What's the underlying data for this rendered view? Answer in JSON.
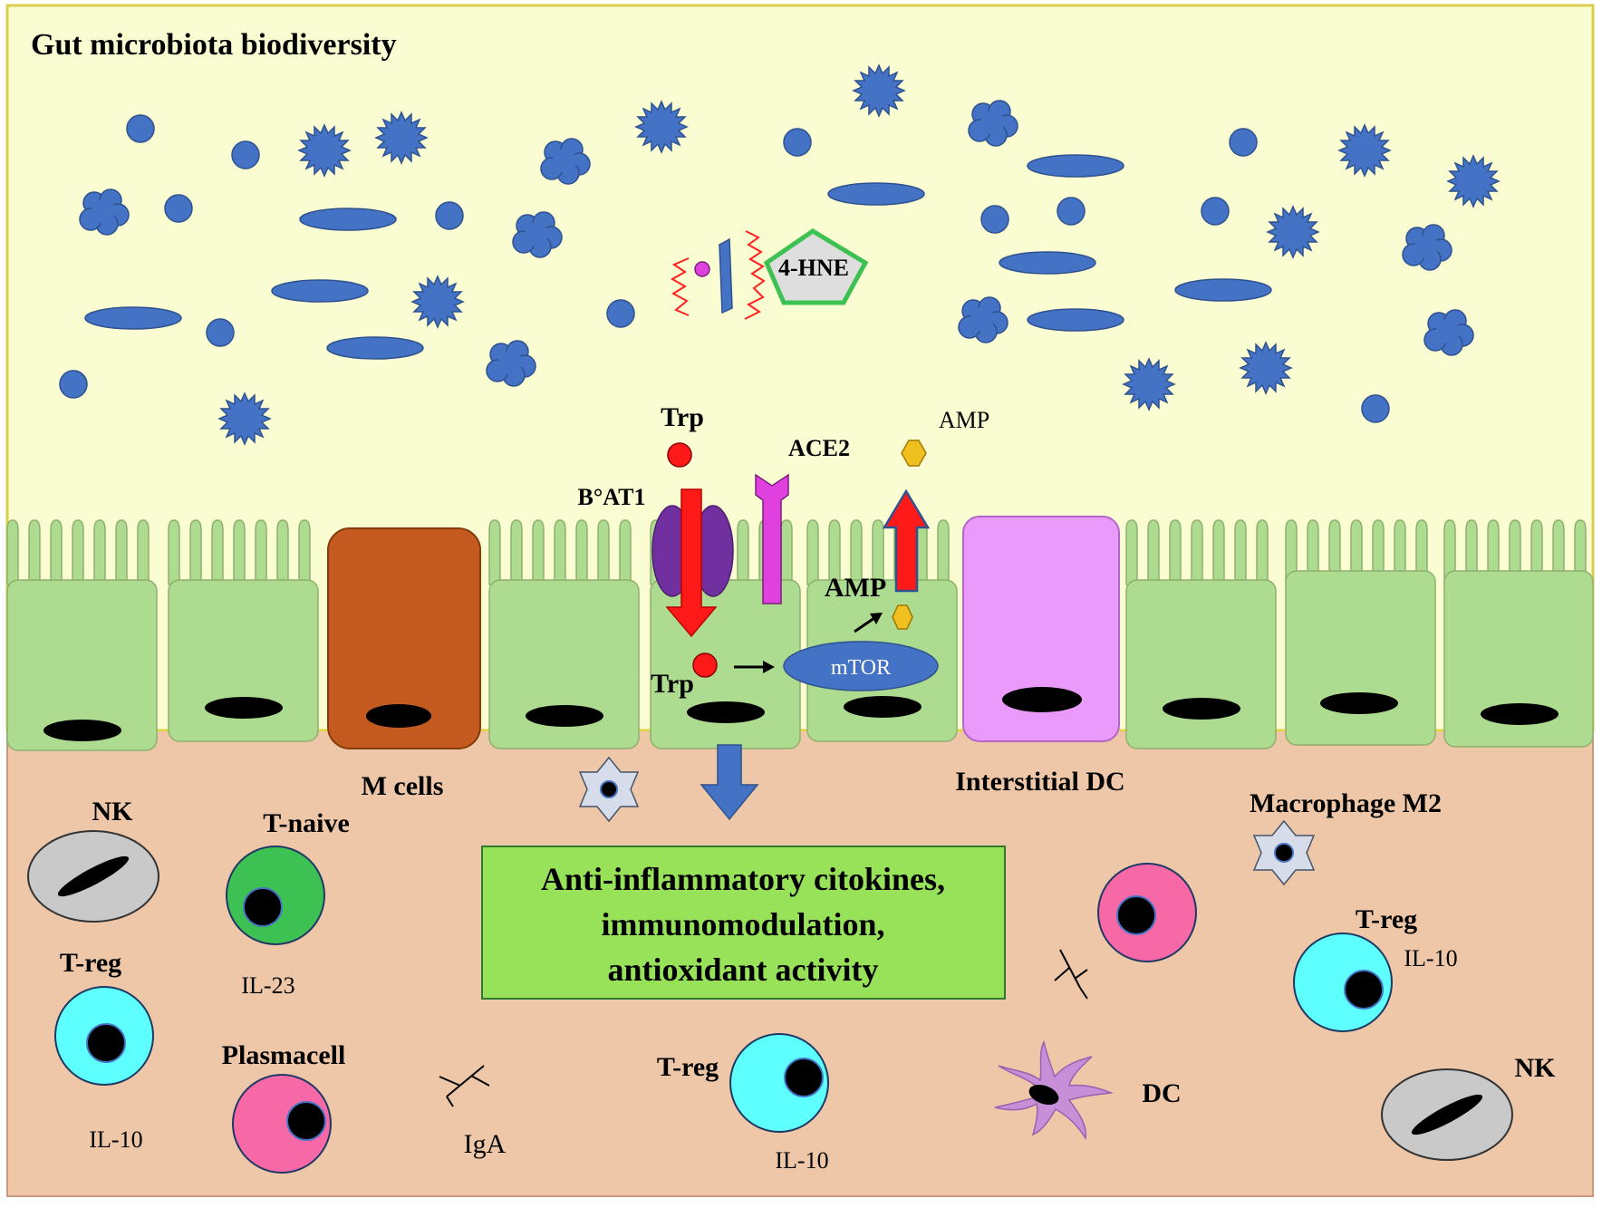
{
  "title": "Gut microbiota biodiversity",
  "molecules": {
    "hne": "4-HNE",
    "trp_top": "Trp",
    "trp_inside": "Trp",
    "bat1": "B°AT1",
    "ace2": "ACE2",
    "amp_top": "AMP",
    "amp_inside": "AMP",
    "mtor": "mTOR"
  },
  "cell_labels": {
    "m_cells": "M cells",
    "interstitial_dc": "Interstitial DC",
    "macrophage_m2": "Macrophage M2",
    "nk_left": "NK",
    "t_naive": "T-naive",
    "il23": "IL-23",
    "treg_left": "T-reg",
    "il10_left": "IL-10",
    "plasmacell": "Plasmacell",
    "iga": "IgA",
    "treg_center": "T-reg",
    "il10_center": "IL-10",
    "dc": "DC",
    "treg_right": "T-reg",
    "il10_right": "IL-10",
    "nk_right": "NK"
  },
  "effect_box": {
    "line1": "Anti-inflammatory citokines,",
    "line2": "immunomodulation,",
    "line3": "antioxidant activity"
  },
  "colors": {
    "lumen": "#fafcd2",
    "lamina": "#eec7a9",
    "enterocyte": "#addb8f",
    "m_cell": "#c55a20",
    "dc_cell": "#e99afa",
    "bacteria": "#4472c4",
    "effect_box": "#98e25a",
    "treg": "#5dffff",
    "plasma": "#f669a6",
    "t_naive": "#3ec153"
  }
}
